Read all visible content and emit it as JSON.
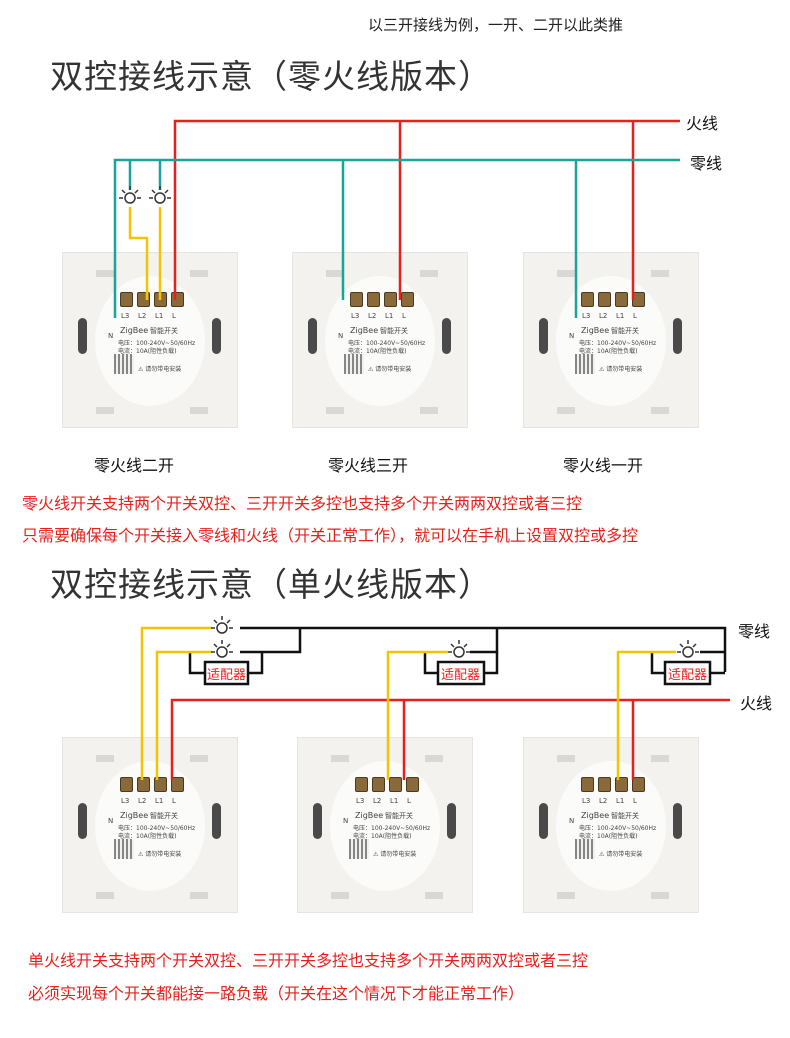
{
  "note": "以三开接线为例，一开、二开以此类推",
  "section1": {
    "title": "双控接线示意（零火线版本）",
    "live_label": "火线",
    "neutral_label": "零线",
    "captions": [
      "零火线二开",
      "零火线三开",
      "零火线一开"
    ],
    "text1": "零火线开关支持两个开关双控、三开开关多控也支持多个开关两两双控或者三控",
    "text2": "只需要确保每个开关接入零线和火线（开关正常工作），就可以在手机上设置双控或多控"
  },
  "section2": {
    "title": "双控接线示意（单火线版本）",
    "neutral_label": "零线",
    "live_label": "火线",
    "adapter_label": "适配器",
    "text1": "单火线开关支持两个开关双控、三开开关多控也支持多个开关两两双控或者三控",
    "text2": "必须实现每个开关都能接一路负载（开关在这个情况下才能正常工作）"
  },
  "panel": {
    "terminals": [
      "L3",
      "L2",
      "L1",
      "L"
    ],
    "n": "N",
    "brand": "ZigBee",
    "name": "智能开关",
    "voltage": "电压：100-240V~50/60Hz",
    "current": "电流：10A(阻性负载)",
    "warning": "⚠ 请勿带电安装"
  },
  "colors": {
    "live": "#e8201c",
    "neutral": "#1aa39a",
    "switched": "#f5c400"
  }
}
